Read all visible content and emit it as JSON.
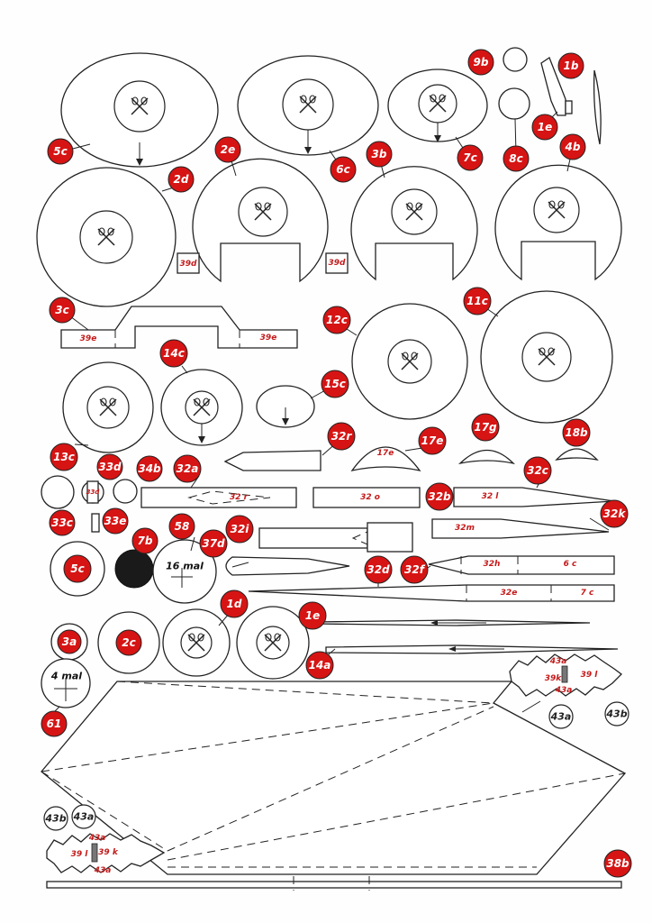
{
  "badges": {
    "b9b": "9b",
    "b1b": "1b",
    "b1e": "1e",
    "b8c": "8c",
    "b5c": "5c",
    "b6c": "6c",
    "b7c": "7c",
    "b2e": "2e",
    "b2d": "2d",
    "b3b": "3b",
    "b4b": "4b",
    "b3c": "3c",
    "b12c": "12c",
    "b11c": "11c",
    "b14c": "14c",
    "b15c": "15c",
    "b13c": "13c",
    "b33d": "33d",
    "b34b": "34b",
    "b32a": "32a",
    "b32r": "32r",
    "b17e": "17e",
    "b17g": "17g",
    "b18b": "18b",
    "b32c": "32c",
    "b32b": "32b",
    "b33c": "33c",
    "b33e": "33e",
    "b32i": "32i",
    "b58": "58",
    "b7b": "7b",
    "b37d": "37d",
    "b32k": "32k",
    "b5c2": "5c",
    "b32d": "32d",
    "b32f": "32f",
    "b1d": "1d",
    "b1e2": "1e",
    "b3a": "3a",
    "b2c": "2c",
    "b14a": "14a",
    "b61": "61",
    "b38b": "38b"
  },
  "white_badges": {
    "w43a_r": "43a",
    "w43b_r": "43b",
    "w43b_l": "43b",
    "w43a_l": "43a"
  },
  "part_labels": {
    "t39d_l": "39d",
    "t39d_r": "39d",
    "t39e_l": "39e",
    "t39e_r": "39e",
    "t32r": "32 r",
    "t32o": "32 o",
    "t32l": "32 l",
    "t32m": "32m",
    "t32h": "32h",
    "t6c": "6 c",
    "t32e": "32e",
    "t7c": "7 c",
    "t17e": "17e",
    "t33d": "33d",
    "t43a_r1": "43a",
    "t39k_r": "39k",
    "t39l_r": "39 l",
    "t43a_r2": "43a",
    "t43a_l1": "43a",
    "t39l_l": "39 l",
    "t39k_l": "39 k",
    "t43a_l2": "43a"
  },
  "annotations": {
    "mal16": "16 mal",
    "mal4": "4 mal"
  },
  "colors": {
    "badge": "#d61414",
    "outline": "#222222",
    "paper": "#fefefe",
    "label": "#c41b1b"
  }
}
